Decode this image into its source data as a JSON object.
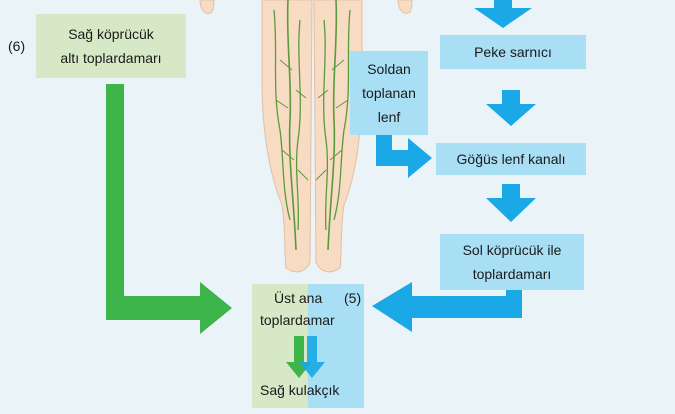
{
  "labels": {
    "six": "(6)",
    "right_subclavian": [
      "Sağ köprücük",
      "altı toplardamarı"
    ],
    "peke": "Peke sarnıcı",
    "left_collected": [
      "Soldan",
      "toplanan",
      "lenf"
    ],
    "thoracic_duct": "Göğüs lenf kanalı",
    "left_subclavian": [
      "Sol köprücük ile",
      "toplardamarı"
    ],
    "superior_vena_cava": [
      "Üst ana",
      "toplardamar"
    ],
    "five": "(5)",
    "right_atrium": "Sağ kulakçık"
  },
  "colors": {
    "background": "#e9f3f8",
    "green_box": "#d6e8c6",
    "blue_box": "#a9dff5",
    "green_arrow": "#3db54a",
    "blue_arrow": "#1aa9e6",
    "skin": "#f7dcc3",
    "lymph": "#5a9a3c"
  }
}
